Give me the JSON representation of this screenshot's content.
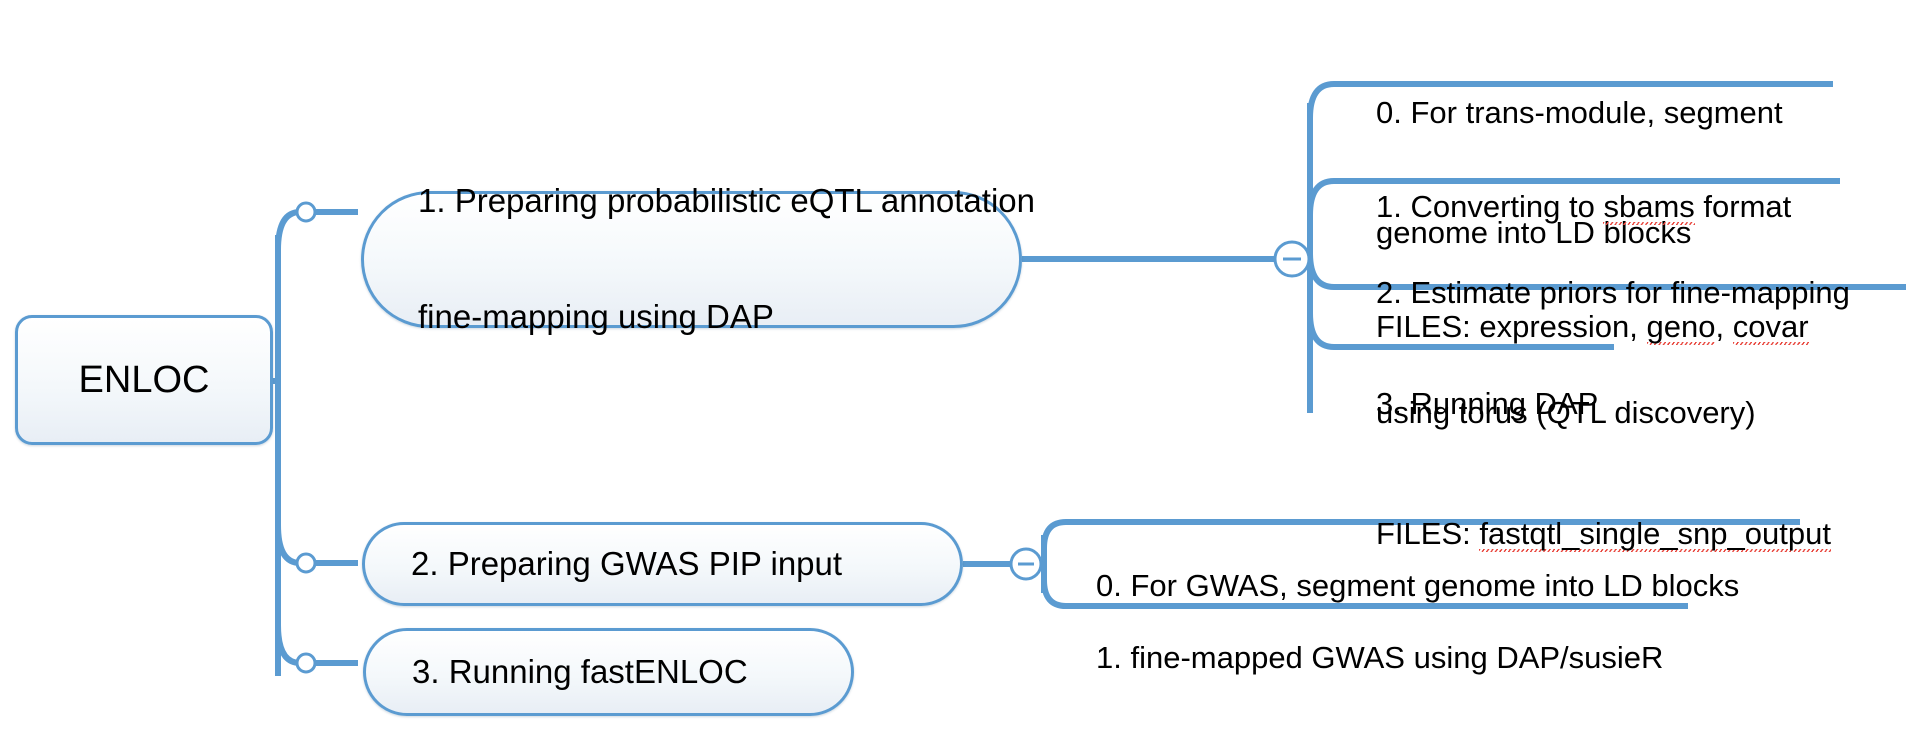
{
  "diagram": {
    "title": "ENLOC",
    "type": "mind-map",
    "background_color": "#ffffff",
    "accent_color": "#5b9bd1",
    "node_fill_color": "#f1f5f9",
    "text_color": "#000000",
    "spellcheck_underline_color": "#e8453c"
  },
  "root": {
    "label": "ENLOC"
  },
  "branches": [
    {
      "id": "branch-1",
      "label_line_1": "1. Preparing probabilistic eQTL annotation",
      "label_line_2": "fine-mapping using DAP",
      "collapse_toggle": "−",
      "children": [
        {
          "id": "b1-child-0",
          "lines": [
            "0. For trans-module, segment",
            "genome into LD blocks"
          ]
        },
        {
          "id": "b1-child-1",
          "lines": [
            "1. Converting to sbams format",
            "FILES: expression, geno, covar"
          ],
          "misspelled": [
            "sbams",
            "geno",
            "covar"
          ]
        },
        {
          "id": "b1-child-2",
          "lines": [
            "2. Estimate priors for fine-mapping",
            "using torus (QTL discovery)",
            "FILES: fastqtl_single_snp_output"
          ],
          "misspelled": [
            "fastqtl_single_snp_output"
          ]
        },
        {
          "id": "b1-child-3",
          "lines": [
            "3. Running DAP"
          ]
        }
      ]
    },
    {
      "id": "branch-2",
      "label_line_1": "2. Preparing GWAS PIP input",
      "collapse_toggle": "−",
      "children": [
        {
          "id": "b2-child-0",
          "lines": [
            "0. For GWAS, segment genome into LD blocks"
          ]
        },
        {
          "id": "b2-child-1",
          "lines": [
            "1. fine-mapped GWAS using DAP/susieR"
          ]
        }
      ]
    },
    {
      "id": "branch-3",
      "label_line_1": "3. Running fastENLOC",
      "children": []
    }
  ]
}
